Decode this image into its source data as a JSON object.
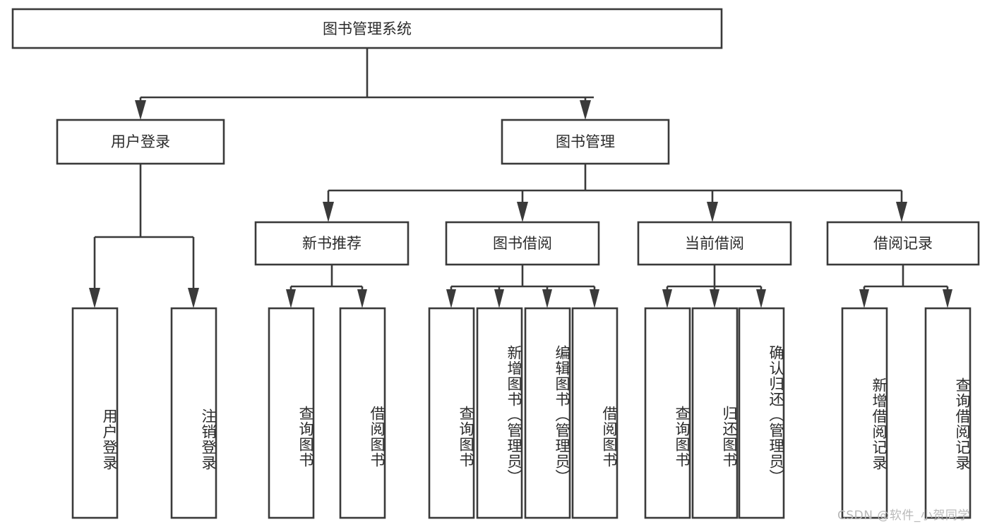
{
  "diagram": {
    "title": "图书管理系统",
    "type": "hierarchy-tree",
    "orientation": "top-down",
    "levels": 4,
    "root": {
      "id": "root",
      "label": "图书管理系统",
      "orientation": "horizontal"
    },
    "level2": [
      {
        "id": "user-login",
        "label": "用户登录",
        "orientation": "horizontal"
      },
      {
        "id": "book-manage",
        "label": "图书管理",
        "orientation": "horizontal"
      }
    ],
    "level3": [
      {
        "id": "new-book-recommend",
        "label": "新书推荐",
        "orientation": "horizontal",
        "parent": "book-manage"
      },
      {
        "id": "book-borrow",
        "label": "图书借阅",
        "orientation": "horizontal",
        "parent": "book-manage"
      },
      {
        "id": "current-borrow",
        "label": "当前借阅",
        "orientation": "horizontal",
        "parent": "book-manage"
      },
      {
        "id": "borrow-record",
        "label": "借阅记录",
        "orientation": "horizontal",
        "parent": "book-manage"
      }
    ],
    "leaves": [
      {
        "id": "leaf-user-login",
        "label": "用户登录",
        "parent": "user-login",
        "orientation": "vertical"
      },
      {
        "id": "leaf-user-logout",
        "label": "注销登录",
        "parent": "user-login",
        "orientation": "vertical"
      },
      {
        "id": "leaf-query-book-1",
        "label": "查询图书",
        "parent": "new-book-recommend",
        "orientation": "vertical"
      },
      {
        "id": "leaf-borrow-book-1",
        "label": "借阅图书",
        "parent": "new-book-recommend",
        "orientation": "vertical"
      },
      {
        "id": "leaf-query-book-2",
        "label": "查询图书",
        "parent": "book-borrow",
        "orientation": "vertical"
      },
      {
        "id": "leaf-add-book",
        "label": "新增图书（管理员）",
        "parent": "book-borrow",
        "orientation": "vertical"
      },
      {
        "id": "leaf-edit-book",
        "label": "编辑图书（管理员）",
        "parent": "book-borrow",
        "orientation": "vertical"
      },
      {
        "id": "leaf-borrow-book-2",
        "label": "借阅图书",
        "parent": "book-borrow",
        "orientation": "vertical"
      },
      {
        "id": "leaf-query-book-3",
        "label": "查询图书",
        "parent": "current-borrow",
        "orientation": "vertical"
      },
      {
        "id": "leaf-return-book",
        "label": "归还图书",
        "parent": "current-borrow",
        "orientation": "vertical"
      },
      {
        "id": "leaf-confirm-return",
        "label": "确认归还（管理员）",
        "parent": "current-borrow",
        "orientation": "vertical"
      },
      {
        "id": "leaf-add-record",
        "label": "新增借阅记录",
        "parent": "borrow-record",
        "orientation": "vertical"
      },
      {
        "id": "leaf-query-record",
        "label": "查询借阅记录",
        "parent": "borrow-record",
        "orientation": "vertical"
      }
    ],
    "watermark": "CSDN @软件_小贺同学",
    "colors": {
      "stroke": "#3a3a3a",
      "fill": "#ffffff",
      "text": "#2b2b2b",
      "watermark": "#b9b9b9",
      "background": "#ffffff"
    }
  }
}
